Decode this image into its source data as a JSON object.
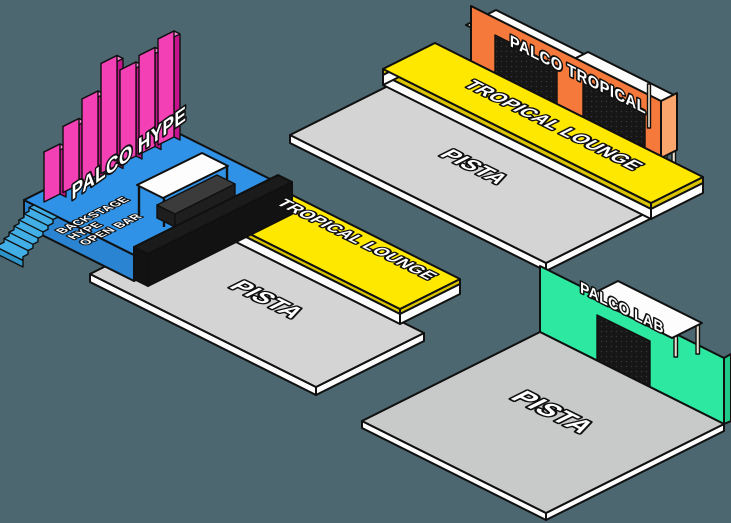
{
  "map": {
    "stages": {
      "hype": {
        "name": "PALCO HYPE",
        "platform_lines": [
          "BACKSTAGE",
          "HYPE",
          "OPEN BAR"
        ]
      },
      "tropical": {
        "name": "PALCO TROPICAL"
      },
      "lab": {
        "name": "PALCO LAB"
      }
    },
    "zones": {
      "tropical_lounge": "TROPICAL LOUNGE",
      "pista": "PISTA"
    }
  },
  "colors": {
    "background": "#4C6770",
    "outline": "#101010",
    "yellow": "#FFE800",
    "yellow_shade": "#D9C300",
    "white": "#FDFDFD",
    "gray": "#D3D4D3",
    "gray_dark": "#C8CAC9",
    "blue": "#3092E6",
    "blue_shade": "#2B84D1",
    "blue_shade2": "#1F66A3",
    "stairs_blue": "#41AEE5",
    "stairs_shade": "#2E93C7",
    "pink": "#F340B5",
    "pink_shade": "#C4138D",
    "pink_light": "#FF8AD7",
    "orange": "#F5793B",
    "orange_light": "#F9A56C",
    "green": "#2CE8A0",
    "green_shade": "#1FCA88",
    "stage_black": "#1B1B1B",
    "stage_front": "#121212",
    "box_gray": "#3B3B3B",
    "box_side": "#1E1E1E",
    "opening_black": "#161616",
    "opening_dot": "#343434",
    "canopy_leg": "#E8DFCC"
  }
}
